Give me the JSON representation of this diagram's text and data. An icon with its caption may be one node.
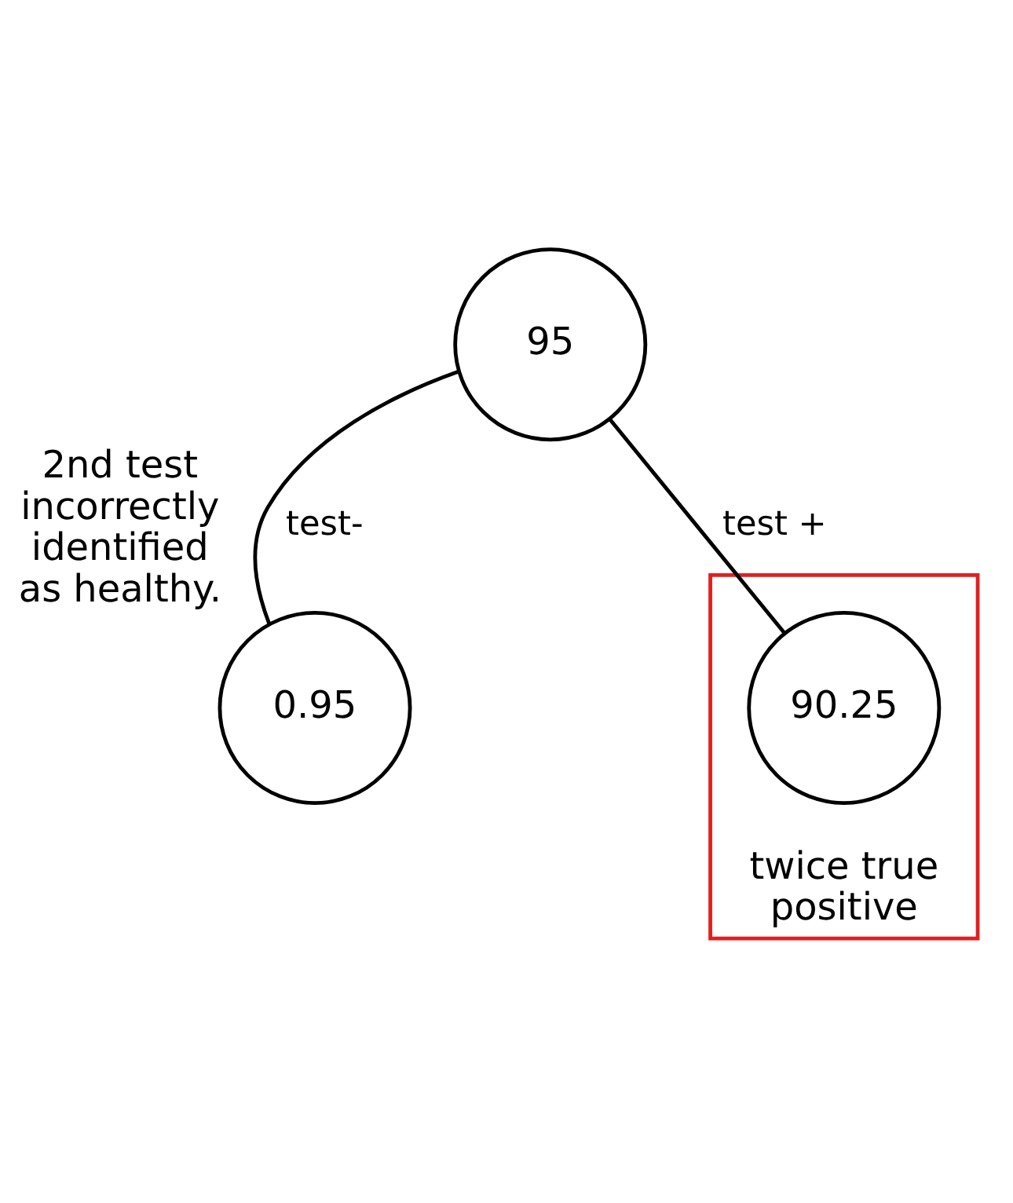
{
  "diagram": {
    "nodes": [
      {
        "text": [
          "95"
        ]
      },
      {
        "text": [
          "0.95"
        ],
        "beside": [
          "2nd test incorrectly identified as healthy."
        ]
      },
      {
        "text": [],
        "shape": "box"
      },
      {
        "text": [
          "90.25"
        ],
        "in": 2,
        "beside": [
          "twice true positive"
        ]
      }
    ],
    "edges": [
      {
        "from": 0,
        "to": 1,
        "arrow": "none",
        "label": "test-"
      },
      {
        "from": 0,
        "to": 3,
        "arrow": "none",
        "label": "test +"
      }
    ]
  }
}
